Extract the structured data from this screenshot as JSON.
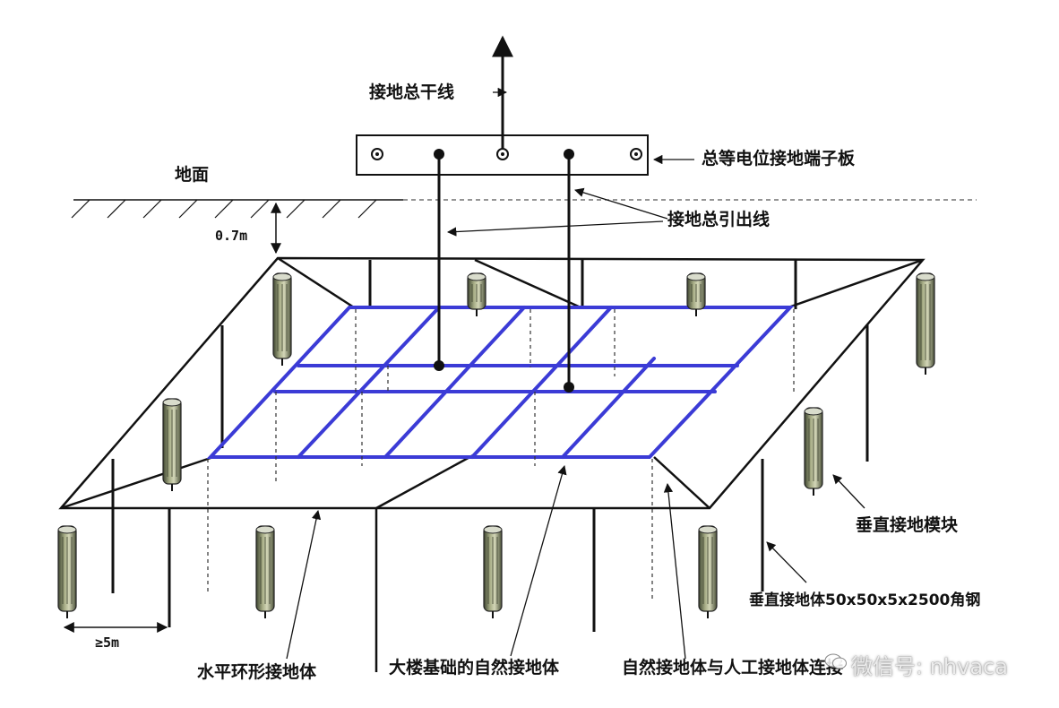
{
  "labels": {
    "main_trunk": "接地总干线",
    "terminal_board": "总等电位接地端子板",
    "ground_surface": "地面",
    "depth": "0.7m",
    "down_lead": "接地总引出线",
    "vertical_module": "垂直接地模块",
    "vertical_electrode": "垂直接地体50x50x5x2500角钢",
    "spacing": "≥5m",
    "horizontal_ring": "水平环形接地体",
    "natural_foundation": "大楼基础的自然接地体",
    "natural_to_artificial": "自然接地体与人工接地体连接"
  },
  "watermark": {
    "text": "微信号: nhvaca",
    "icon": "wechat-icon"
  },
  "colors": {
    "steel": "#111111",
    "foundation_grid": "#3b3bd6",
    "module_body": "#8f9a6a"
  }
}
